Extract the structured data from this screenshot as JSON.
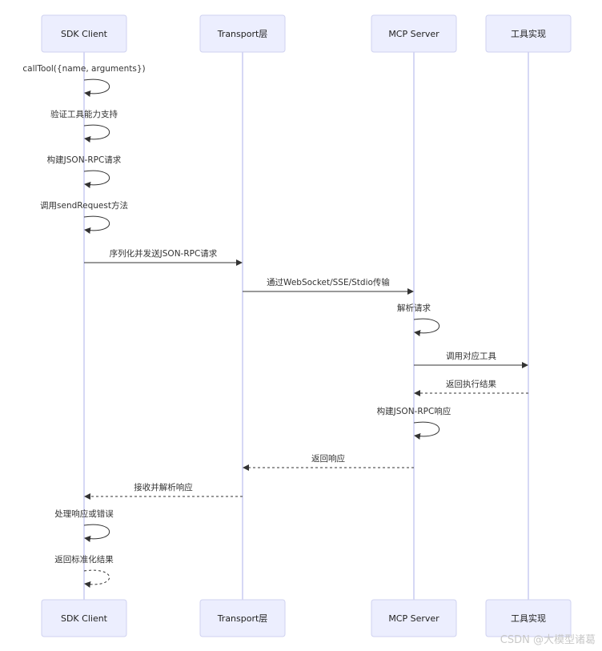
{
  "actors": [
    {
      "id": "sdk",
      "label": "SDK Client"
    },
    {
      "id": "transport",
      "label": "Transport层"
    },
    {
      "id": "server",
      "label": "MCP Server"
    },
    {
      "id": "tool",
      "label": "工具实现"
    }
  ],
  "messages": [
    {
      "from": "sdk",
      "to": "sdk",
      "label": "callTool({name, arguments})",
      "style": "solid"
    },
    {
      "from": "sdk",
      "to": "sdk",
      "label": "验证工具能力支持",
      "style": "solid"
    },
    {
      "from": "sdk",
      "to": "sdk",
      "label": "构建JSON-RPC请求",
      "style": "solid"
    },
    {
      "from": "sdk",
      "to": "sdk",
      "label": "调用sendRequest方法",
      "style": "solid"
    },
    {
      "from": "sdk",
      "to": "transport",
      "label": "序列化并发送JSON-RPC请求",
      "style": "solid"
    },
    {
      "from": "transport",
      "to": "server",
      "label": "通过WebSocket/SSE/Stdio传输",
      "style": "solid"
    },
    {
      "from": "server",
      "to": "server",
      "label": "解析请求",
      "style": "solid"
    },
    {
      "from": "server",
      "to": "tool",
      "label": "调用对应工具",
      "style": "solid"
    },
    {
      "from": "tool",
      "to": "server",
      "label": "返回执行结果",
      "style": "dashed"
    },
    {
      "from": "server",
      "to": "server",
      "label": "构建JSON-RPC响应",
      "style": "solid"
    },
    {
      "from": "server",
      "to": "transport",
      "label": "返回响应",
      "style": "dashed"
    },
    {
      "from": "transport",
      "to": "sdk",
      "label": "接收并解析响应",
      "style": "dashed"
    },
    {
      "from": "sdk",
      "to": "sdk",
      "label": "处理响应或错误",
      "style": "solid"
    },
    {
      "from": "sdk",
      "to": "sdk",
      "label": "返回标准化结果",
      "style": "dashed"
    }
  ],
  "watermark": "CSDN @大模型诸葛"
}
